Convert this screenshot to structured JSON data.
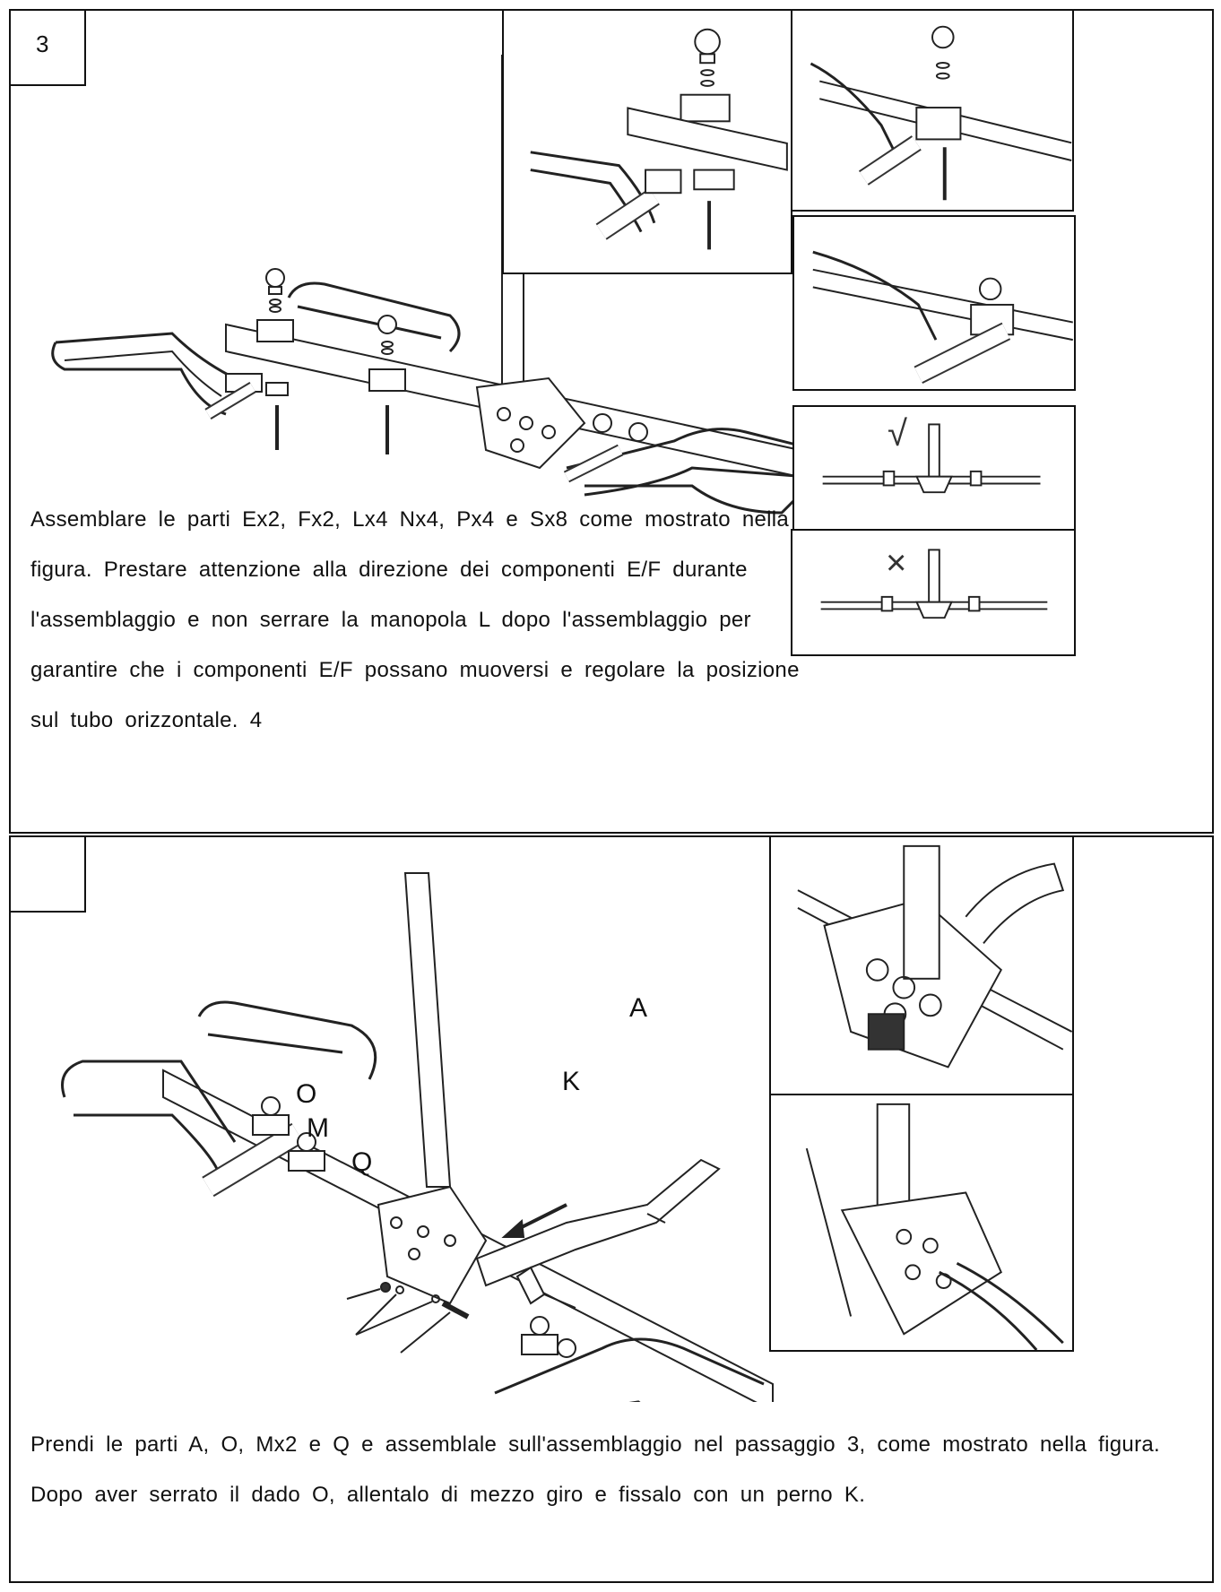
{
  "step3": {
    "number": "3",
    "instruction": "Assemblare le parti Ex2, Fx2, Lx4 Nx4, Px4 e Sx8 come mostrato nella figura. Prestare attenzione alla direzione dei componenti E/F durante l'assemblaggio e non serrare la manopola L dopo l'assemblaggio per garantire che i componenti E/F possano muoversi e regolare la posizione sul tubo orizzontale. 4",
    "correct_mark": "√",
    "wrong_mark": "×"
  },
  "step4": {
    "number": "",
    "instruction": "Prendi le parti A, O, Mx2 e Q e assemblale sull'assemblaggio nel passaggio 3, come mostrato nella figura. Dopo aver serrato il dado O, allentalo di mezzo giro e fissalo con un perno K.",
    "labels": {
      "a": "A",
      "k": "K",
      "o": "O",
      "m": "M",
      "q": "Q"
    }
  }
}
